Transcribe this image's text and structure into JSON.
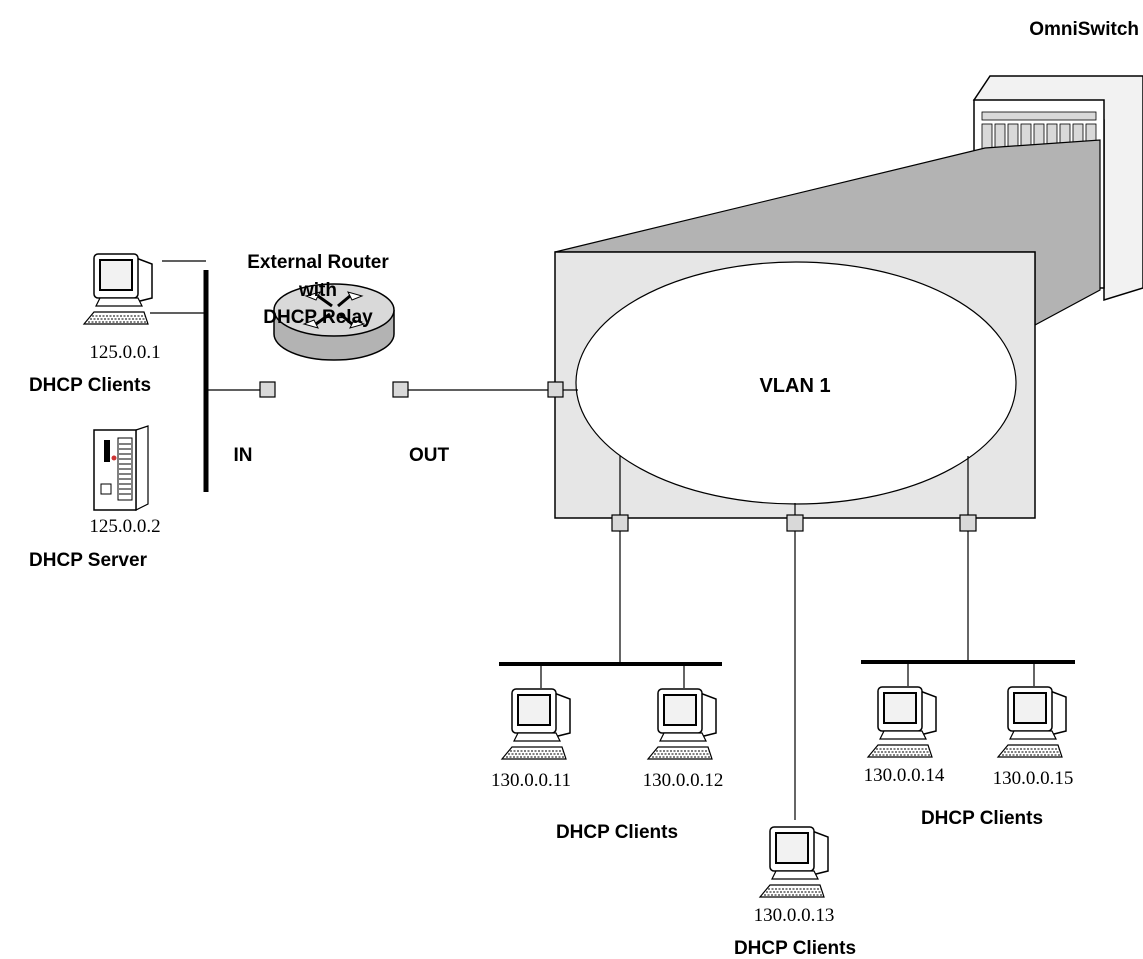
{
  "switch": {
    "label": "OmniSwitch",
    "vlan_label": "VLAN 1"
  },
  "router": {
    "title_lines": [
      "External Router",
      "with",
      "DHCP Relay"
    ],
    "in_label": "IN",
    "out_label": "OUT"
  },
  "left_hosts": {
    "client_ip": "125.0.0.1",
    "client_label": "DHCP Clients",
    "server_ip": "125.0.0.2",
    "server_label": "DHCP Server"
  },
  "vlan_clients": {
    "group_left": {
      "ips": [
        "130.0.0.11",
        "130.0.0.12"
      ],
      "label": "DHCP Clients"
    },
    "middle": {
      "ip": "130.0.0.13",
      "label": "DHCP Clients"
    },
    "group_right": {
      "ips": [
        "130.0.0.14",
        "130.0.0.15"
      ],
      "label": "DHCP Clients"
    }
  },
  "colors": {
    "box_fill": "#e6e6e6",
    "funnel_fill": "#b3b3b3",
    "router_fill": "#cccccc",
    "line": "#000000"
  }
}
